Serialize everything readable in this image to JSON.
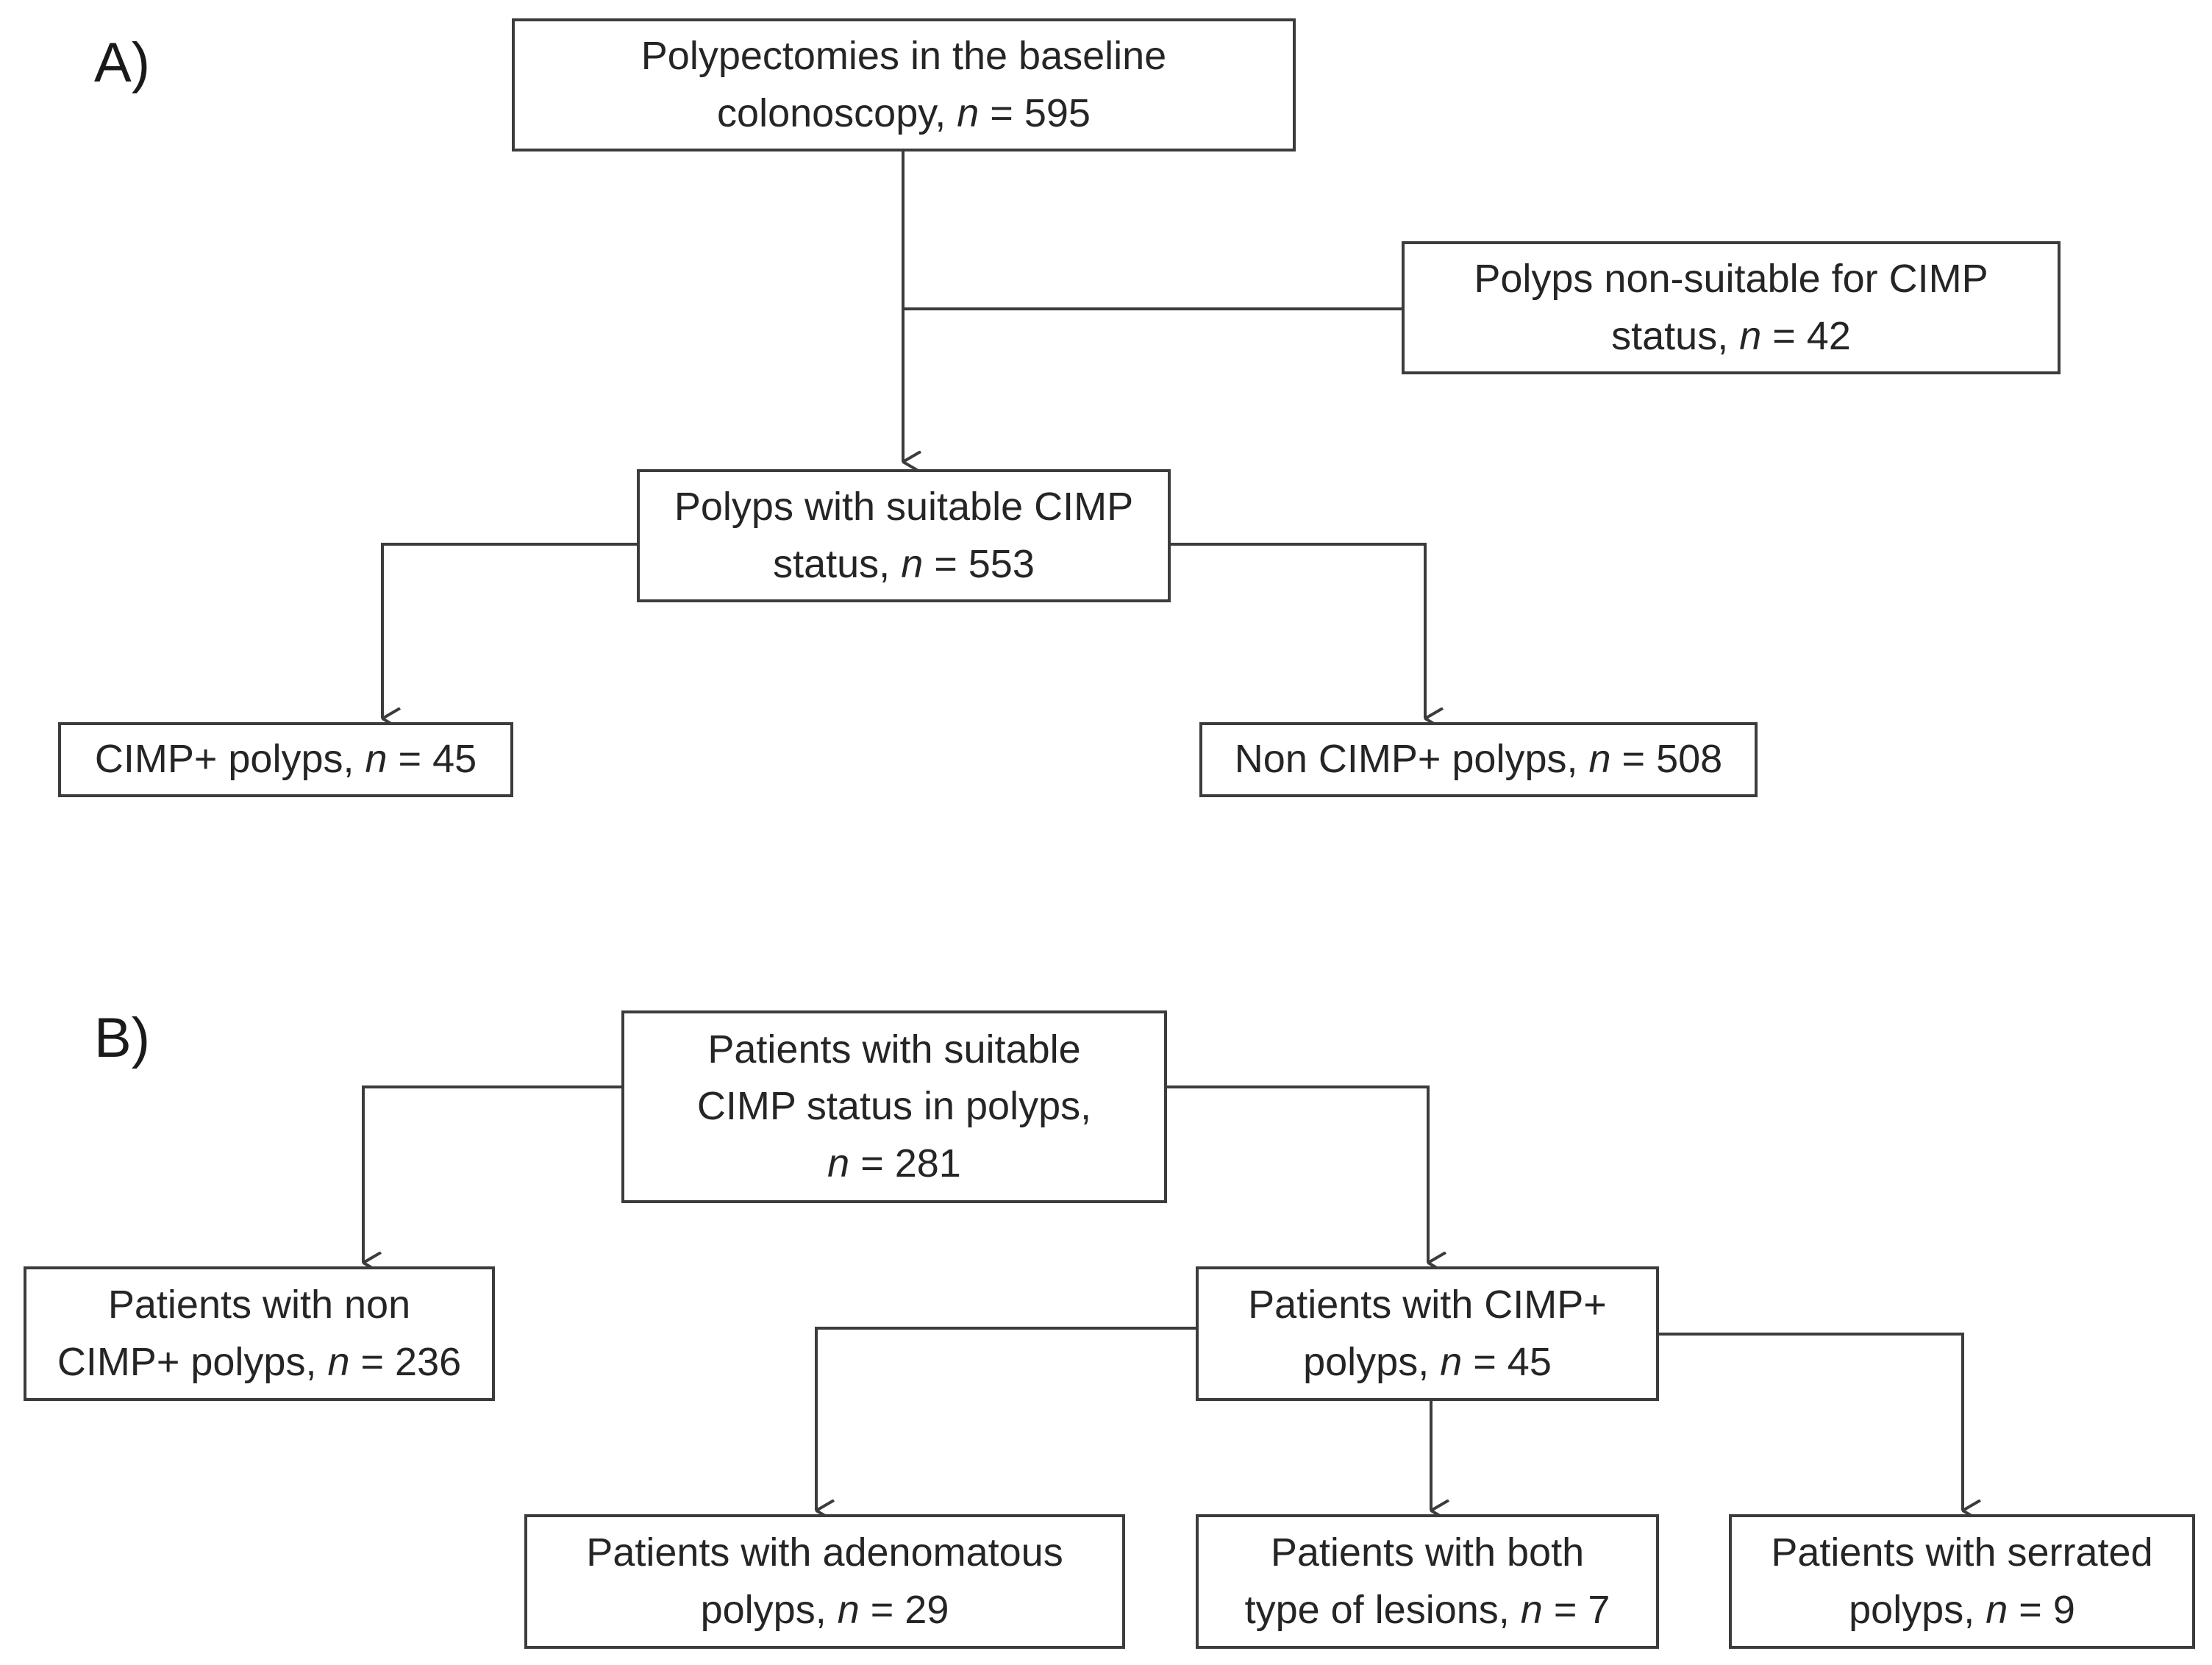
{
  "panel_a": {
    "label": "A)",
    "nodes": {
      "baseline": {
        "line1": "Polypectomies in the baseline",
        "line2_pre": "colonoscopy, ",
        "n_label": "n",
        "line2_post": " = 595"
      },
      "nonsuitable": {
        "line1": "Polyps non-suitable for CIMP",
        "line2_pre": "status, ",
        "n_label": "n",
        "line2_post": " = 42"
      },
      "suitable": {
        "line1": "Polyps with suitable CIMP",
        "line2_pre": "status, ",
        "n_label": "n",
        "line2_post": " = 553"
      },
      "cimp_pos": {
        "line1_pre": "CIMP+ polyps, ",
        "n_label": "n",
        "line1_post": " = 45"
      },
      "cimp_neg": {
        "line1_pre": "Non CIMP+ polyps, ",
        "n_label": "n",
        "line1_post": " = 508"
      }
    }
  },
  "panel_b": {
    "label": "B)",
    "nodes": {
      "patients_suitable": {
        "line1": "Patients with suitable",
        "line2": "CIMP status in polyps,",
        "n_label": "n",
        "line3_post": " = 281"
      },
      "patients_non_cimp": {
        "line1": "Patients with non",
        "line2_pre": "CIMP+ polyps, ",
        "n_label": "n",
        "line2_post": " = 236"
      },
      "patients_cimp": {
        "line1": "Patients with CIMP+",
        "line2_pre": "polyps, ",
        "n_label": "n",
        "line2_post": " = 45"
      },
      "adenomatous": {
        "line1": "Patients with adenomatous",
        "line2_pre": "polyps, ",
        "n_label": "n",
        "line2_post": " = 29"
      },
      "both": {
        "line1": "Patients with both",
        "line2_pre": "type of lesions, ",
        "n_label": "n",
        "line2_post": " = 7"
      },
      "serrated": {
        "line1": "Patients with serrated",
        "line2_pre": "polyps, ",
        "n_label": "n",
        "line2_post": " = 9"
      }
    }
  },
  "colors": {
    "line": "#3c3c3c",
    "text": "#252525",
    "background": "#ffffff"
  }
}
